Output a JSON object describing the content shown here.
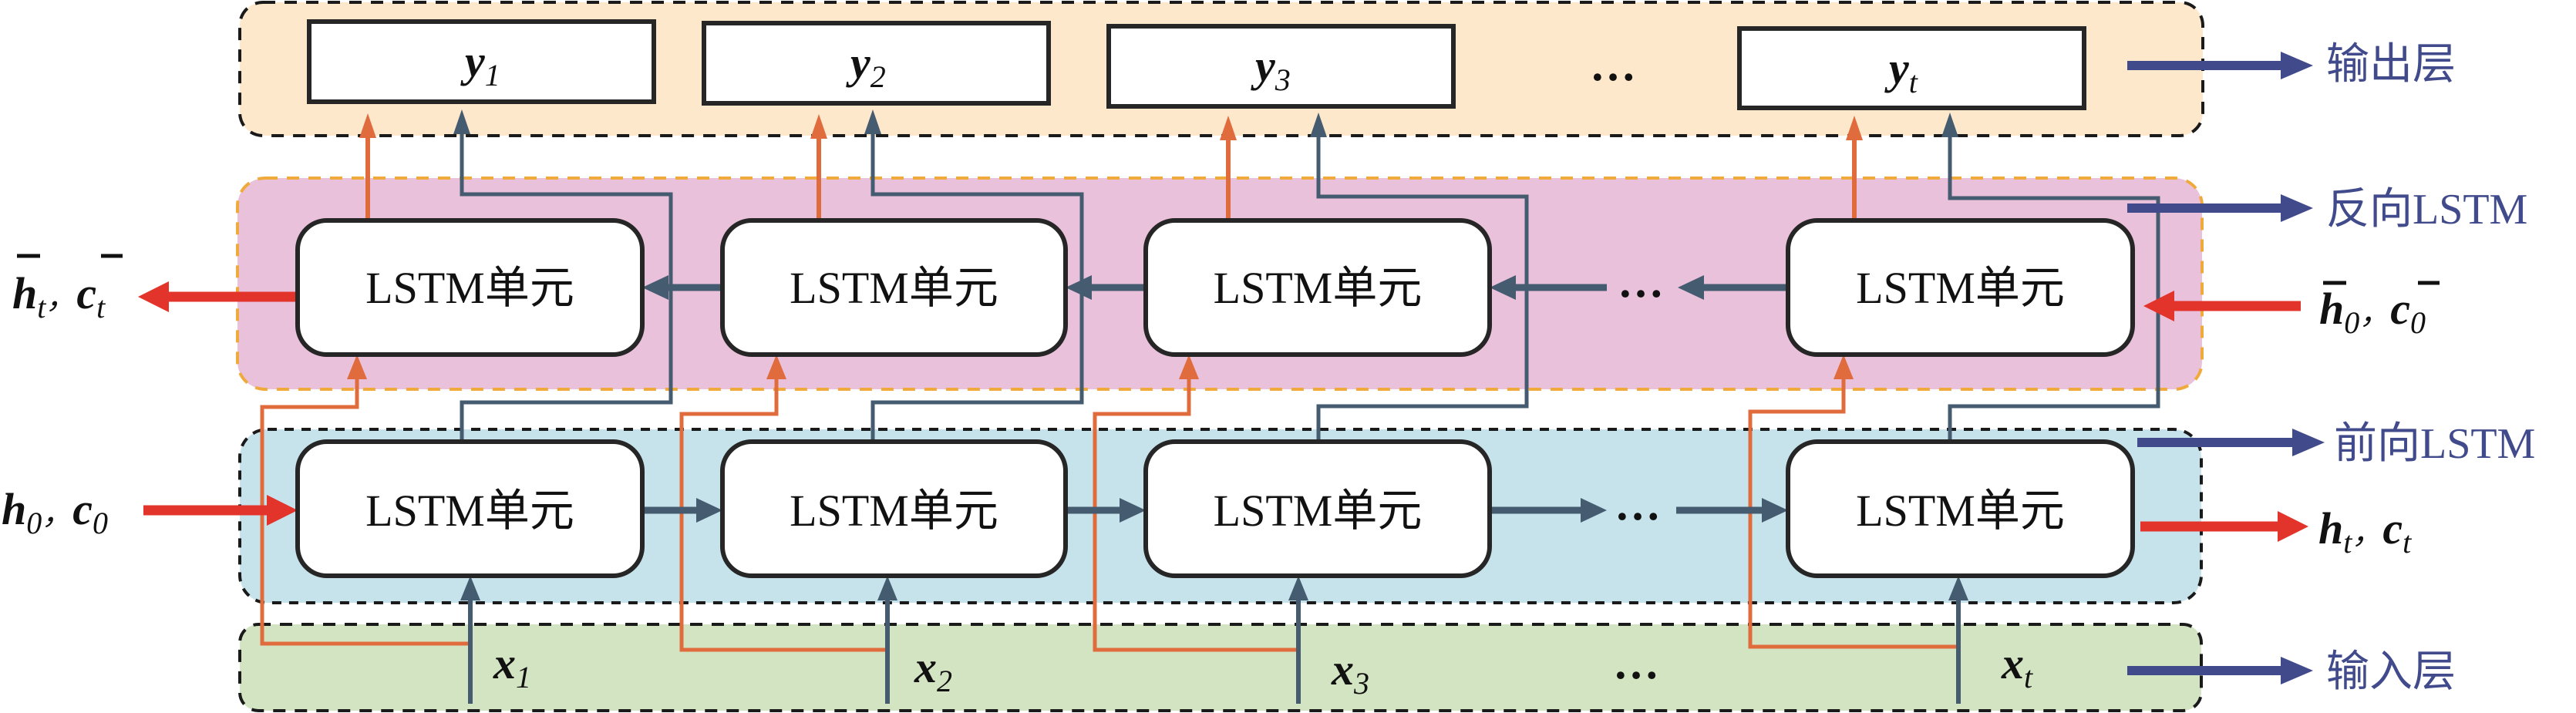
{
  "figure": {
    "title": "Bidirectional LSTM structure",
    "colors": {
      "output_layer_bg": "#fde8cc",
      "backward_layer_bg": "#eac1db",
      "backward_layer_border": "#f0aa3c",
      "forward_layer_bg": "#c6e3ec",
      "input_layer_bg": "#d3e4c2",
      "layer_border": "#1a1a1a",
      "forward_path": "#e06c3e",
      "backward_path": "#455b70",
      "state_arrow": "#e3342c",
      "legend": "#414b8c",
      "cell_border": "#262626"
    },
    "layers": {
      "output": {
        "label": "输出层"
      },
      "backward": {
        "label": "反向LSTM"
      },
      "forward": {
        "label": "前向LSTM"
      },
      "input": {
        "label": "输入层"
      }
    },
    "outputs": [
      {
        "base": "y",
        "sub": "1"
      },
      {
        "base": "y",
        "sub": "2"
      },
      {
        "base": "y",
        "sub": "3"
      },
      {
        "base": "y",
        "sub": "t",
        "sub_italic": true
      }
    ],
    "inputs": [
      {
        "base": "x",
        "sub": "1"
      },
      {
        "base": "x",
        "sub": "2"
      },
      {
        "base": "x",
        "sub": "3"
      },
      {
        "base": "x",
        "sub": "t",
        "sub_italic": true
      }
    ],
    "cell_label": "LSTM单元",
    "ellipsis": "…",
    "states": {
      "forward_initial": {
        "h": "h",
        "h_sub": "0",
        "sep": "，",
        "c": "c",
        "c_sub": "0",
        "bar": false
      },
      "forward_final": {
        "h": "h",
        "h_sub": "t",
        "sep": "，",
        "c": "c",
        "c_sub": "t",
        "bar": false
      },
      "backward_initial": {
        "h": "h",
        "h_sub": "0",
        "sep": "，",
        "c": "c",
        "c_sub": "0",
        "bar": true
      },
      "backward_final": {
        "h": "h",
        "h_sub": "t",
        "sep": "，",
        "c": "c",
        "c_sub": "t",
        "bar": true
      }
    }
  }
}
